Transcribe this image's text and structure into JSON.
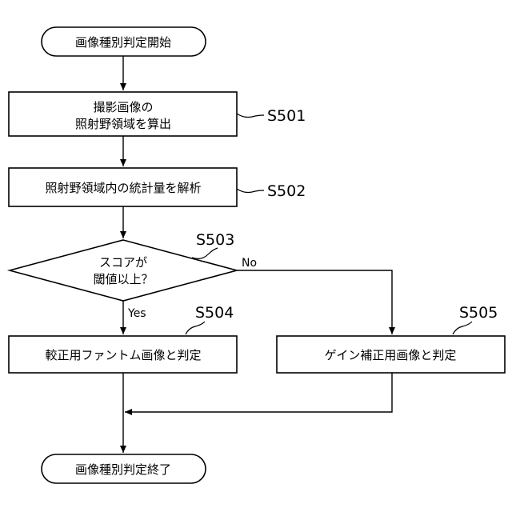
{
  "nodes": {
    "start": {
      "text": "画像種別判定開始"
    },
    "s501": {
      "line1": "撮影画像の",
      "line2": "照射野領域を算出",
      "step": "S501"
    },
    "s502": {
      "text": "照射野領域内の統計量を解析",
      "step": "S502"
    },
    "s503": {
      "line1": "スコアが",
      "line2": "閾値以上？",
      "step": "S503",
      "yes": "Yes",
      "no": "No"
    },
    "s504": {
      "text": "較正用ファントム画像と判定",
      "step": "S504"
    },
    "s505": {
      "text": "ゲイン補正用画像と判定",
      "step": "S505"
    },
    "end": {
      "text": "画像種別判定終了"
    }
  }
}
